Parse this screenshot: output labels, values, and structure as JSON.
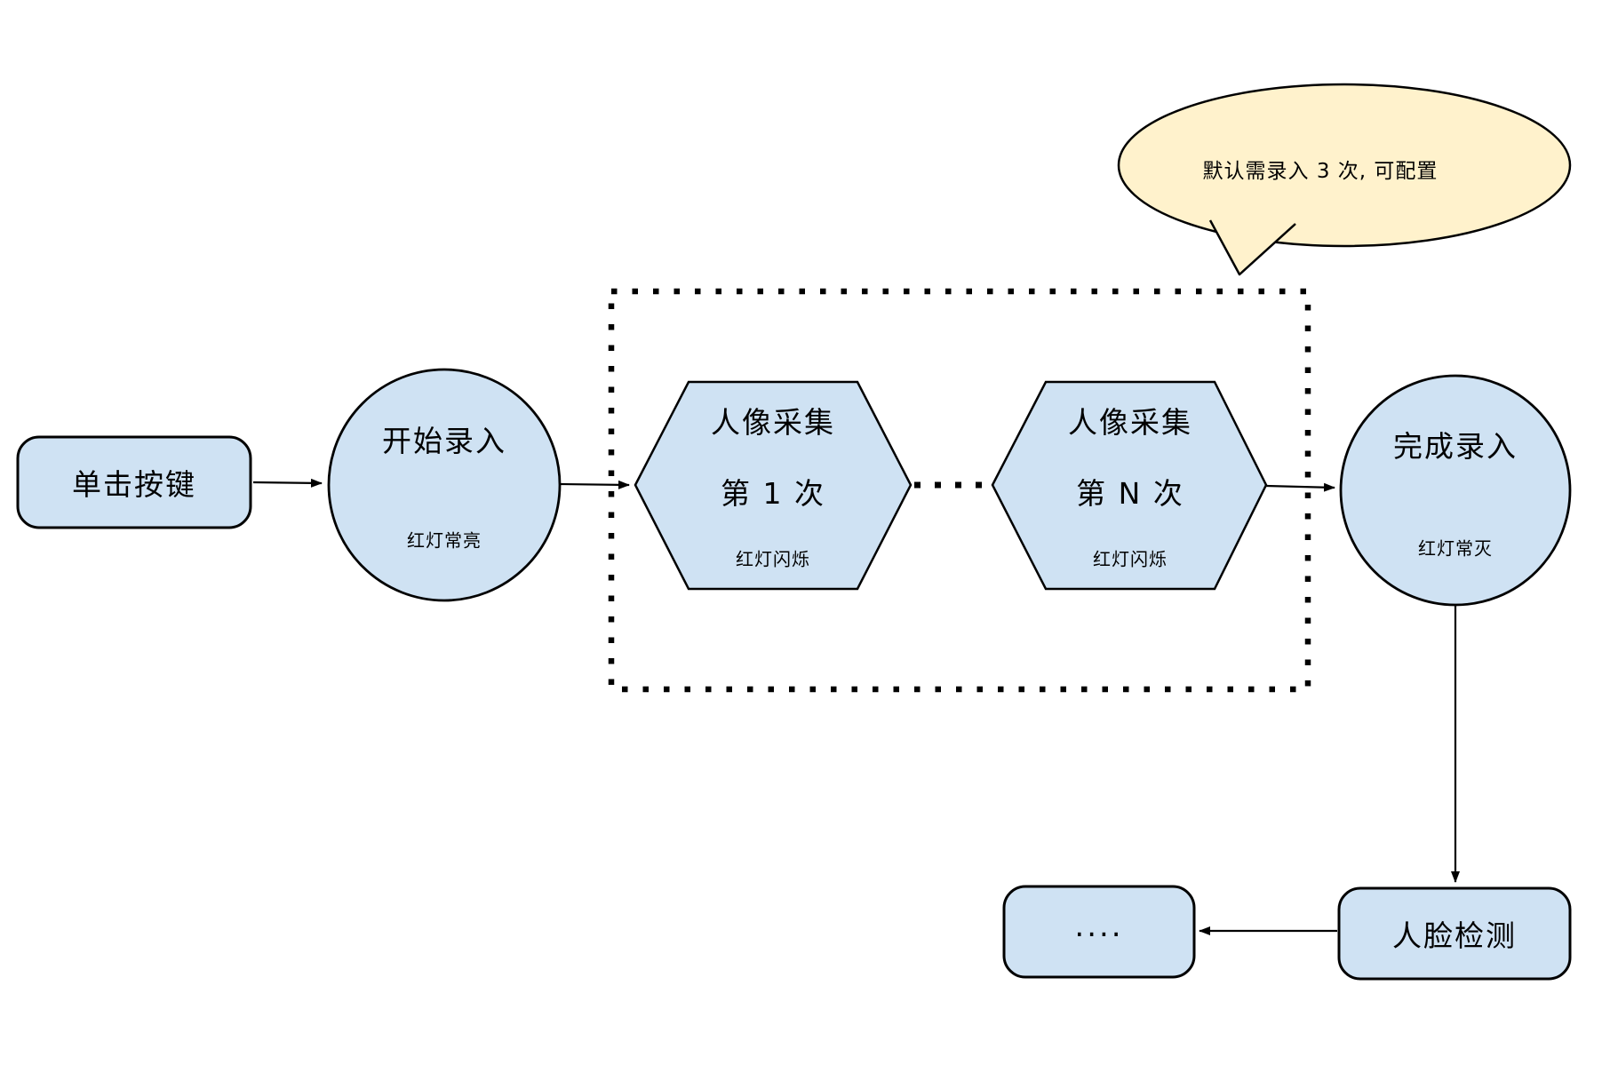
{
  "diagram": {
    "background": "#ffffff",
    "colors": {
      "node_fill": "#cfe2f3",
      "node_stroke": "#000000",
      "callout_fill": "#fff2cc",
      "connector": "#000000"
    },
    "nodes": {
      "click_button": {
        "label": "单击按键"
      },
      "start_enroll": {
        "label": "开始录入",
        "status": "红灯常亮"
      },
      "capture_first": {
        "title": "人像采集",
        "count": "第 1 次",
        "status": "红灯闪烁"
      },
      "capture_nth": {
        "title": "人像采集",
        "count": "第 N 次",
        "status": "红灯闪烁"
      },
      "finish_enroll": {
        "label": "完成录入",
        "status": "红灯常灭"
      },
      "more_steps": {
        "label": "...."
      },
      "face_detection": {
        "label": "人脸检测"
      }
    },
    "callout": {
      "text": "默认需录入 3 次, 可配置"
    }
  }
}
